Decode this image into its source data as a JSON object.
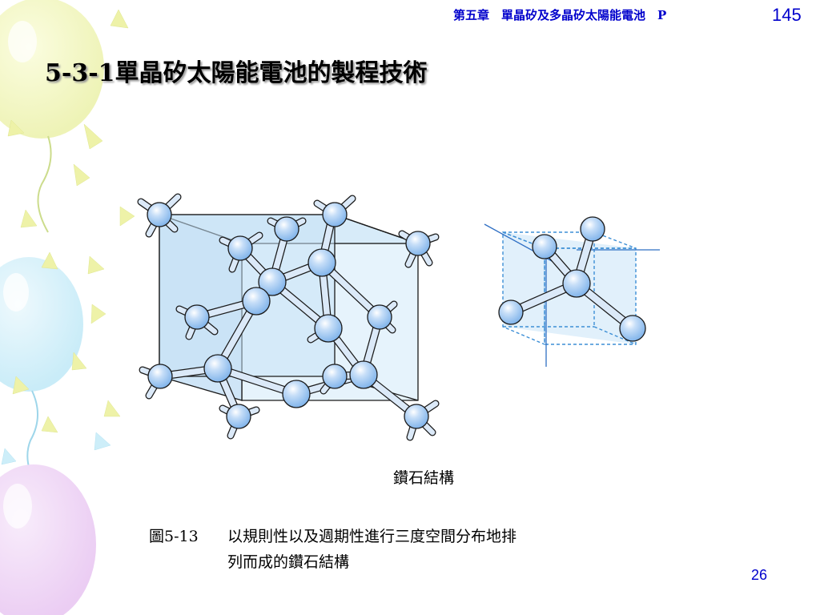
{
  "header": {
    "chapter": "第五章　單晶矽及多晶矽太陽能電池　P",
    "page_number": "145"
  },
  "slide": {
    "title": "5-3-1單晶矽太陽能電池的製程技術",
    "number": "26"
  },
  "figure": {
    "label": "鑽石結構",
    "caption_number": "圖5-13",
    "caption_line1": "以規則性以及週期性進行三度空間分布地排",
    "caption_line2": "列而成的鑽石結構"
  },
  "colors": {
    "header_blue": "#0000cc",
    "atom_blue": "#8dbdf0",
    "cube_face": "#dceefa",
    "bond": "#a9c8ea",
    "outline": "#2a2a2a"
  }
}
